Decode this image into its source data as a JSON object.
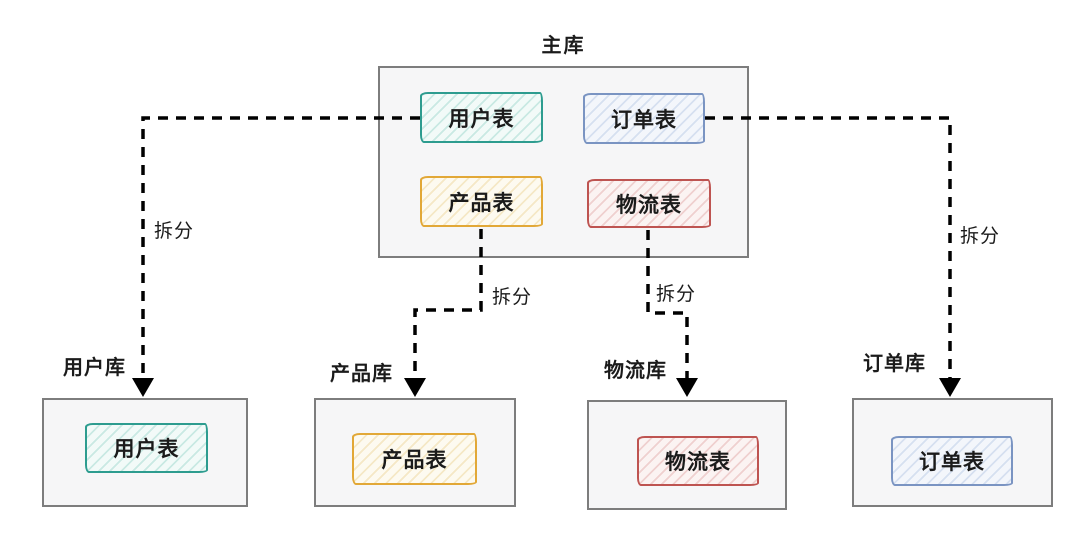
{
  "palette": {
    "teal": {
      "border": "#2d9c8f",
      "fill": "#f2faf8",
      "hatch": "#c9e9e3"
    },
    "blue": {
      "border": "#7a94c2",
      "fill": "#f3f6fb",
      "hatch": "#d6e0f0"
    },
    "yellow": {
      "border": "#e2a837",
      "fill": "#fdfaf0",
      "hatch": "#f5e8c6"
    },
    "red": {
      "border": "#be5451",
      "fill": "#fbf3f2",
      "hatch": "#efd0cf"
    },
    "container_border": "#7d7d7d",
    "container_fill": "#f6f6f7",
    "arrow": "#000000",
    "text": "#1b1b1b"
  },
  "master": {
    "label": "主库",
    "tables": [
      {
        "id": "user",
        "label": "用户表"
      },
      {
        "id": "order",
        "label": "订单表"
      },
      {
        "id": "product",
        "label": "产品表"
      },
      {
        "id": "logistics",
        "label": "物流表"
      }
    ]
  },
  "arrows": [
    {
      "id": "user",
      "label": "拆分"
    },
    {
      "id": "product",
      "label": "拆分"
    },
    {
      "id": "logistics",
      "label": "拆分"
    },
    {
      "id": "order",
      "label": "拆分"
    }
  ],
  "shards": [
    {
      "id": "user",
      "db_label": "用户库",
      "table_label": "用户表"
    },
    {
      "id": "product",
      "db_label": "产品库",
      "table_label": "产品表"
    },
    {
      "id": "logistics",
      "db_label": "物流库",
      "table_label": "物流表"
    },
    {
      "id": "order",
      "db_label": "订单库",
      "table_label": "订单表"
    }
  ]
}
